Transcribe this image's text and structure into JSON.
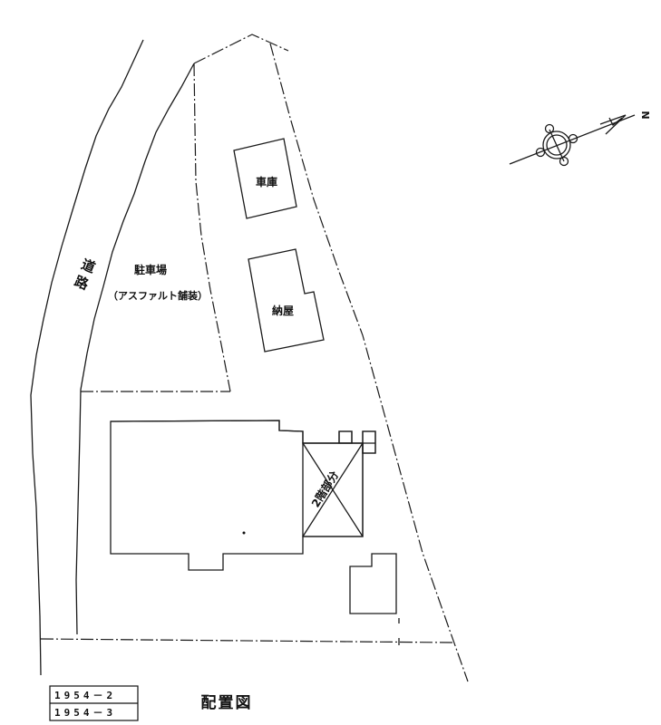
{
  "title": "配置図",
  "road_label": "道路",
  "parking": {
    "name": "駐車場",
    "note": "（アスファルト舗装）"
  },
  "garage_label": "車庫",
  "barn_label": "納屋",
  "second_floor_label": "2階部分",
  "north_label": "N",
  "drawing_numbers": [
    "1954－2",
    "1954－3"
  ]
}
